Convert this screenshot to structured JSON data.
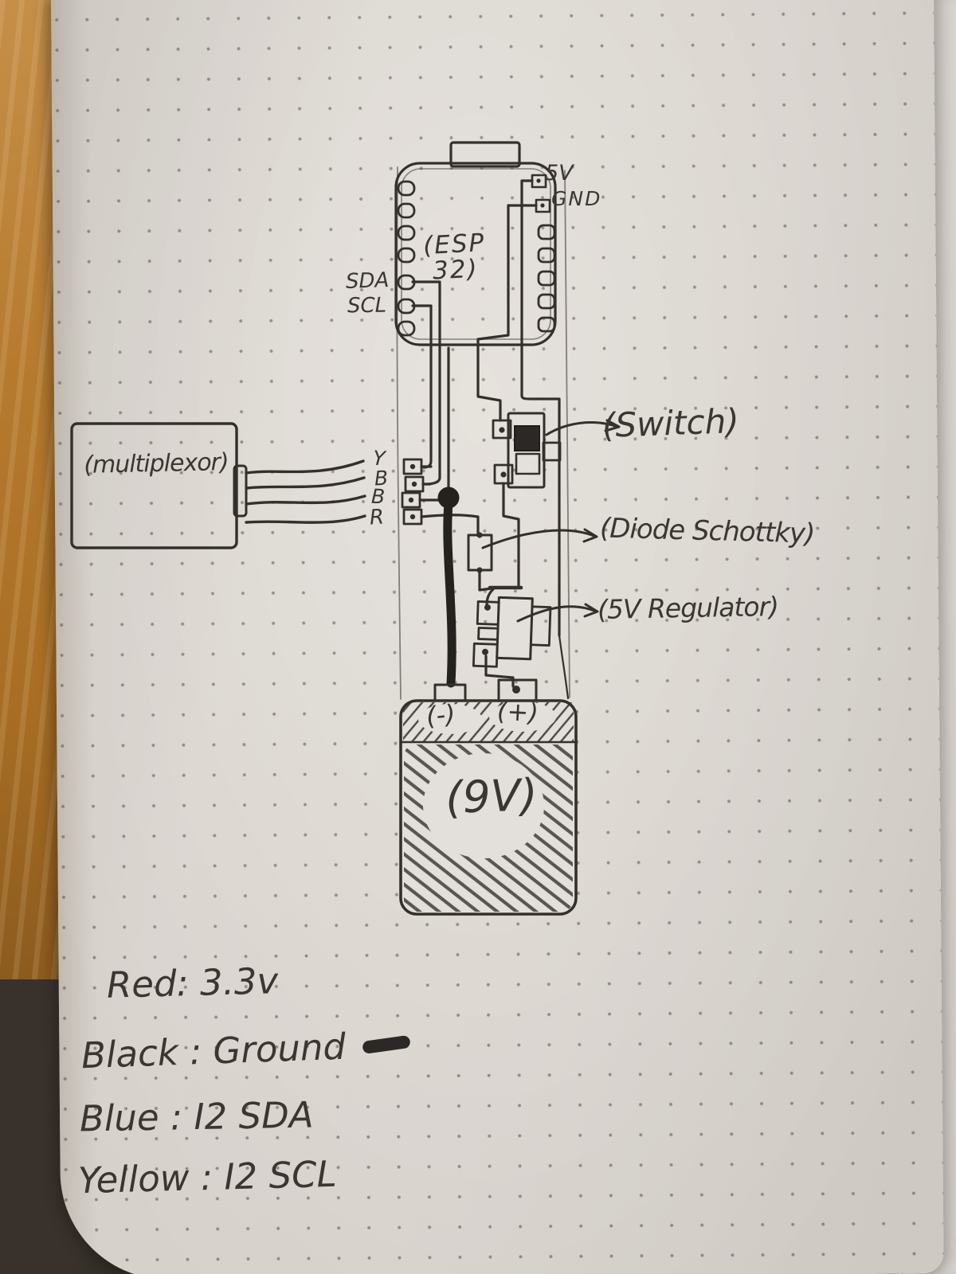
{
  "esp32": {
    "label_line1": "(ESP",
    "label_line2": "32)",
    "pin_5v": "5V",
    "pin_gnd": "GND",
    "pin_sda": "SDA",
    "pin_scl": "SCL"
  },
  "multiplexor": {
    "label": "(multiplexor)"
  },
  "bus": {
    "wire_labels": [
      "Y",
      "B",
      "B",
      "R"
    ]
  },
  "annotations": {
    "switch": "(Switch)",
    "diode": "(Diode Schottky)",
    "regulator": "(5V Regulator)"
  },
  "battery": {
    "label": "(9V)",
    "negative": "(-)",
    "positive": "(+)"
  },
  "legend": {
    "rows": [
      {
        "text": "Red: 3.3v"
      },
      {
        "text": "Black : Ground"
      },
      {
        "text": "Blue : I2 SDA"
      },
      {
        "text": "Yellow : I2 SCL"
      }
    ]
  },
  "colors": {
    "ink": "#33302c",
    "pencil": "#a39d96",
    "paper": "#e3dfda",
    "wood": "#b57a2e",
    "ground_wire": "#24221f"
  }
}
